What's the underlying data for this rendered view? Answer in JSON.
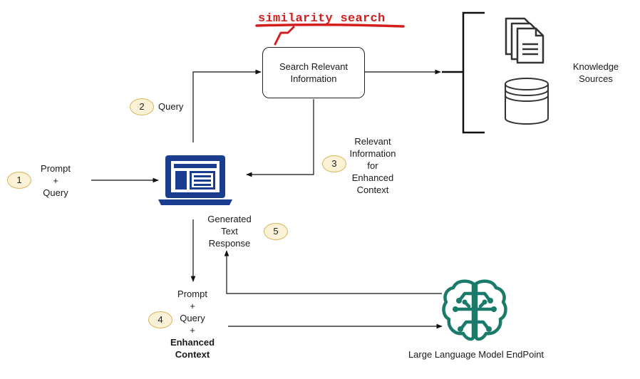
{
  "annotation": {
    "text": "similarity search",
    "color": "#d41f1f"
  },
  "search_box": {
    "line1": "Search Relevant",
    "line2": "Information"
  },
  "knowledge": {
    "line1": "Knowledge",
    "line2": "Sources"
  },
  "steps": [
    {
      "num": "1",
      "lines": [
        "Prompt",
        "+",
        "Query"
      ]
    },
    {
      "num": "2",
      "lines": [
        "Query"
      ]
    },
    {
      "num": "3",
      "lines": [
        "Relevant",
        "Information",
        "for",
        "Enhanced",
        "Context"
      ]
    },
    {
      "num": "4",
      "lines": [
        "Prompt",
        "+",
        "Query",
        "+",
        "Enhanced",
        "Context"
      ]
    },
    {
      "num": "5",
      "lines": [
        "Generated",
        "Text",
        "Response"
      ]
    }
  ],
  "llm": {
    "label": "Large Language Model EndPoint",
    "color": "#1a7b6a"
  },
  "colors": {
    "laptop": "#1a3d8f",
    "badge_fill": "#fbf1d6",
    "badge_border": "#d8b65a"
  },
  "icons": [
    "documents-icon",
    "database-icon",
    "laptop-icon",
    "brain-circuit-icon"
  ]
}
